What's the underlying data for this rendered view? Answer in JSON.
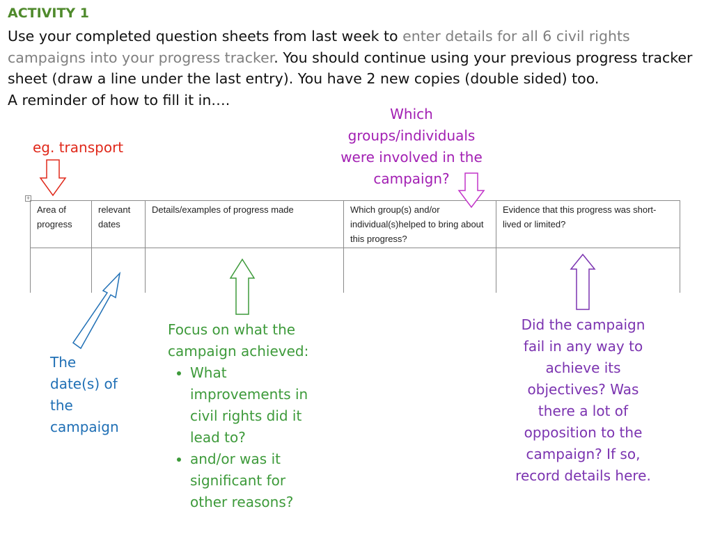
{
  "slide": {
    "heading": "ACTIVITY 1",
    "intro": {
      "part1": "Use your completed question sheets from last week to ",
      "highlight": "enter details for all 6 civil rights campaigns into your progress tracker",
      "part2": ". You should continue using your previous progress tracker sheet (draw a line under the last entry). You have 2 new copies (double sided) too.",
      "reminder": "A reminder of how to fill it in…."
    }
  },
  "callouts": {
    "example": "eg. transport",
    "groups": "Which groups/individuals were involved in the campaign?",
    "dates": "The date(s) of the campaign",
    "details_title": "Focus on what the campaign achieved:",
    "details_bullets": [
      "What improvements in civil rights did it lead to?",
      "and/or was it significant for other reasons?"
    ],
    "evidence": "Did the campaign fail in any way to achieve its objectives? Was there a lot of opposition to the campaign? If so, record details here."
  },
  "tracker": {
    "headers": [
      "Area of progress",
      "relevant dates",
      "Details/examples of progress made",
      "Which group(s) and/or individual(s)helped to bring about this progress?",
      "Evidence that this progress was short-lived or limited?"
    ]
  },
  "colors": {
    "heading": "#4f8a2c",
    "highlight": "#7f7f7f",
    "example": "#e0281a",
    "groups": "#a21fb3",
    "dates": "#1f6fb5",
    "details": "#3d9a3a",
    "evidence": "#7b33b0"
  },
  "icons": {
    "table_handle": "move-handle-icon"
  }
}
